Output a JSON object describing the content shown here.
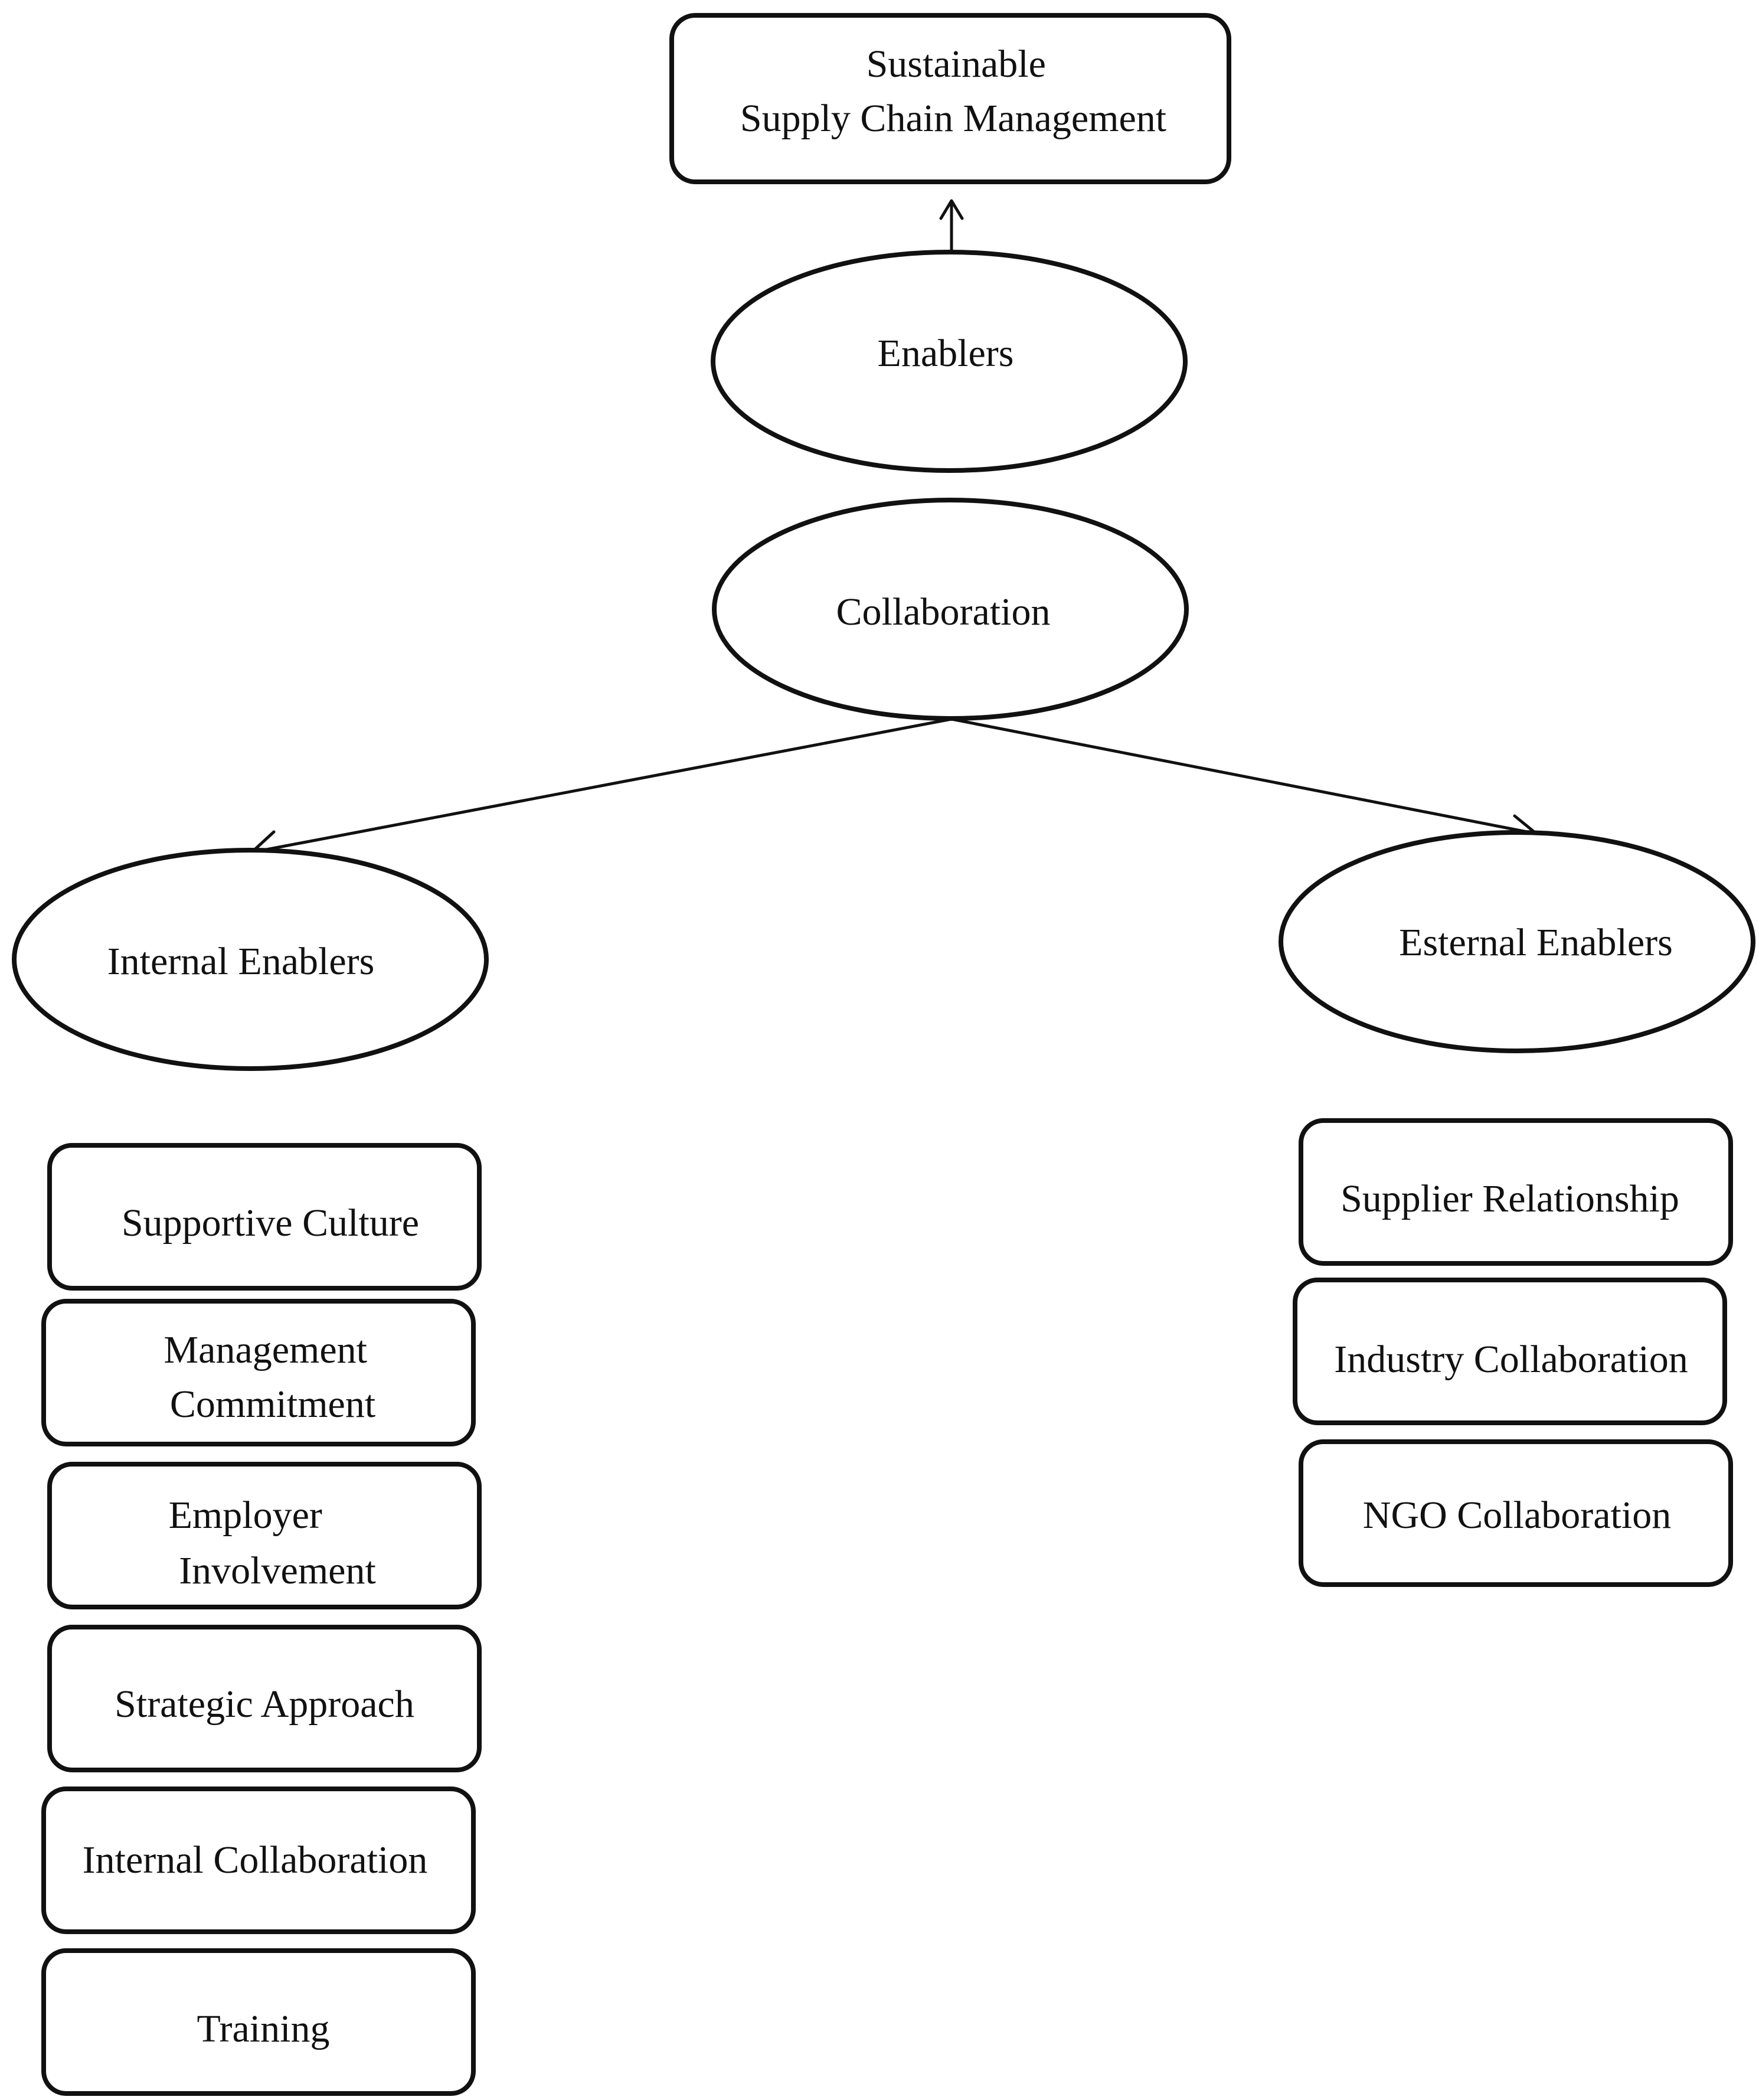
{
  "diagram": {
    "root": {
      "lines": [
        "Sustainable",
        "Supply Chain Management"
      ]
    },
    "enablers": {
      "label": "Enablers"
    },
    "collaboration": {
      "label": "Collaboration"
    },
    "internal": {
      "label": "Internal Enablers",
      "items": [
        {
          "lines": [
            "Supportive Culture"
          ]
        },
        {
          "lines": [
            "Management",
            "Commitment"
          ]
        },
        {
          "lines": [
            "Employer",
            "Involvement"
          ]
        },
        {
          "lines": [
            "Strategic  Approach"
          ]
        },
        {
          "lines": [
            "Internal Collaboration"
          ]
        },
        {
          "lines": [
            "Training"
          ]
        }
      ]
    },
    "external": {
      "label": "Esternal Enablers",
      "items": [
        {
          "lines": [
            "Supplier Relationship"
          ]
        },
        {
          "lines": [
            "Industry Collaboration"
          ]
        },
        {
          "lines": [
            "NGO  Collaboration"
          ]
        }
      ]
    }
  }
}
